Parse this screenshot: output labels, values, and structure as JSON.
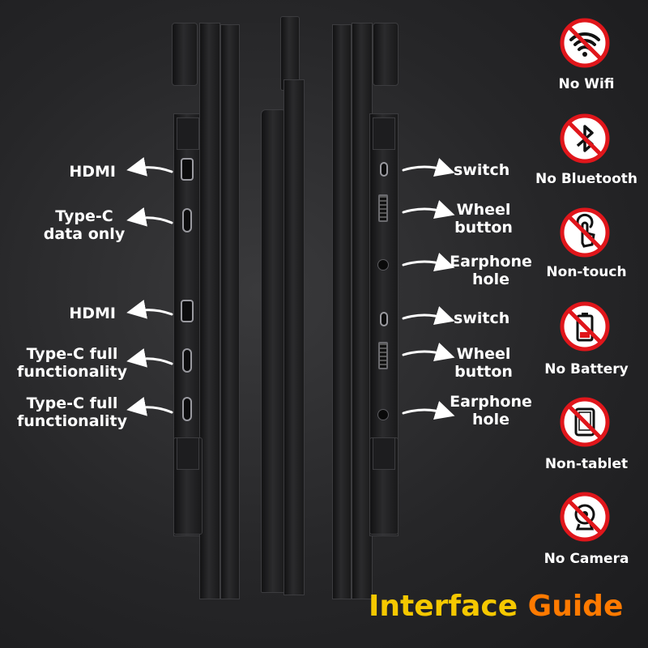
{
  "left_labels": {
    "hdmi_1": "HDMI",
    "typec_data_1": "Type-C",
    "typec_data_2": "data only",
    "hdmi_2": "HDMI",
    "typec_full_a1": "Type-C full",
    "typec_full_a2": "functionality",
    "typec_full_b1": "Type-C full",
    "typec_full_b2": "functionality"
  },
  "right_labels": {
    "switch_1": "switch",
    "wheel_1a": "Wheel",
    "wheel_1b": "button",
    "ear_1a": "Earphone",
    "ear_1b": "hole",
    "switch_2": "switch",
    "wheel_2a": "Wheel",
    "wheel_2b": "button",
    "ear_2a": "Earphone",
    "ear_2b": "hole"
  },
  "features": [
    {
      "label": "No Wifi",
      "icon": "wifi-icon"
    },
    {
      "label": "No Bluetooth",
      "icon": "bluetooth-icon"
    },
    {
      "label": "Non-touch",
      "icon": "touch-hand-icon"
    },
    {
      "label": "No Battery",
      "icon": "battery-icon"
    },
    {
      "label": "Non-tablet",
      "icon": "tablet-icon"
    },
    {
      "label": "No Camera",
      "icon": "camera-icon"
    }
  ],
  "title": {
    "part1": "Interface ",
    "part2": "Guide"
  },
  "colors": {
    "prohibit_red": "#e0161b",
    "title_yellow": "#f5c800",
    "title_orange": "#ff7a00",
    "background": "#2a2a2c"
  }
}
